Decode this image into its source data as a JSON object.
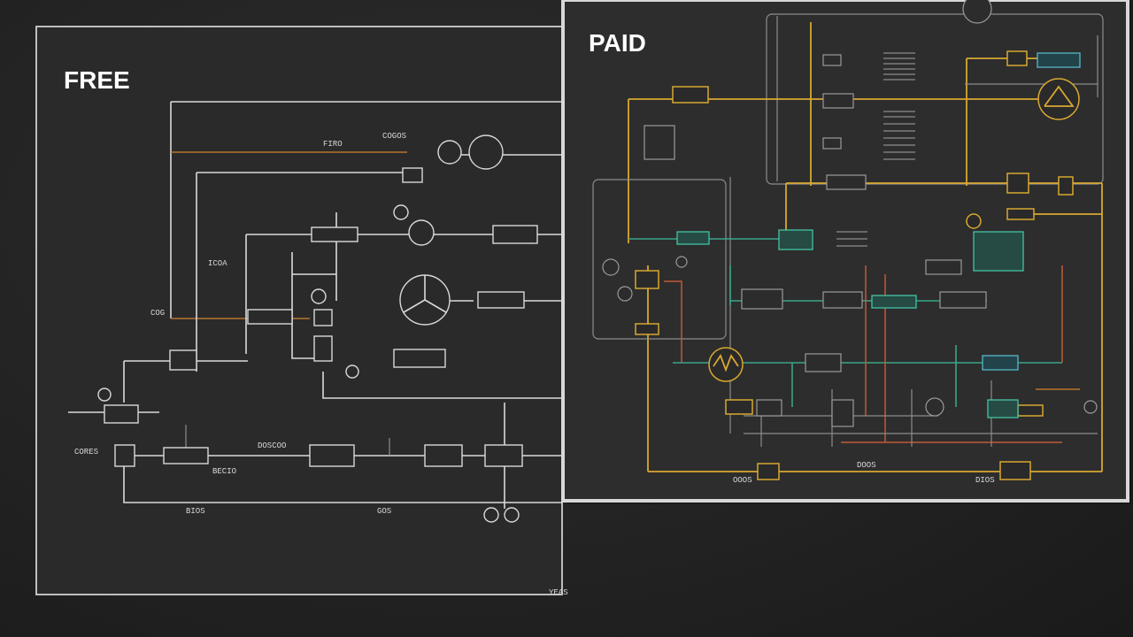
{
  "free_panel": {
    "title": "FREE",
    "labels": {
      "top_tag": "FIRO",
      "top_code": "COGOS",
      "left_small": "COG",
      "mid_code": "ICOA",
      "bottom_code": "DOSCOO",
      "bottom_small": "BECIO",
      "bottom_left": "CORES",
      "axis_left": "BIOS",
      "axis_right": "GOS",
      "corner": "YEAS"
    }
  },
  "paid_panel": {
    "title": "PAID",
    "labels": {
      "bottom_center": "DOOS",
      "bottom_left": "OOOS",
      "bottom_right": "DIOS"
    }
  },
  "colors": {
    "background": "#232323",
    "free_lines": "#d9d9d9",
    "accent_orange": "#b8742c",
    "accent_yellow": "#d8a830",
    "accent_green": "#3aa58a",
    "accent_red": "#c25a36"
  }
}
